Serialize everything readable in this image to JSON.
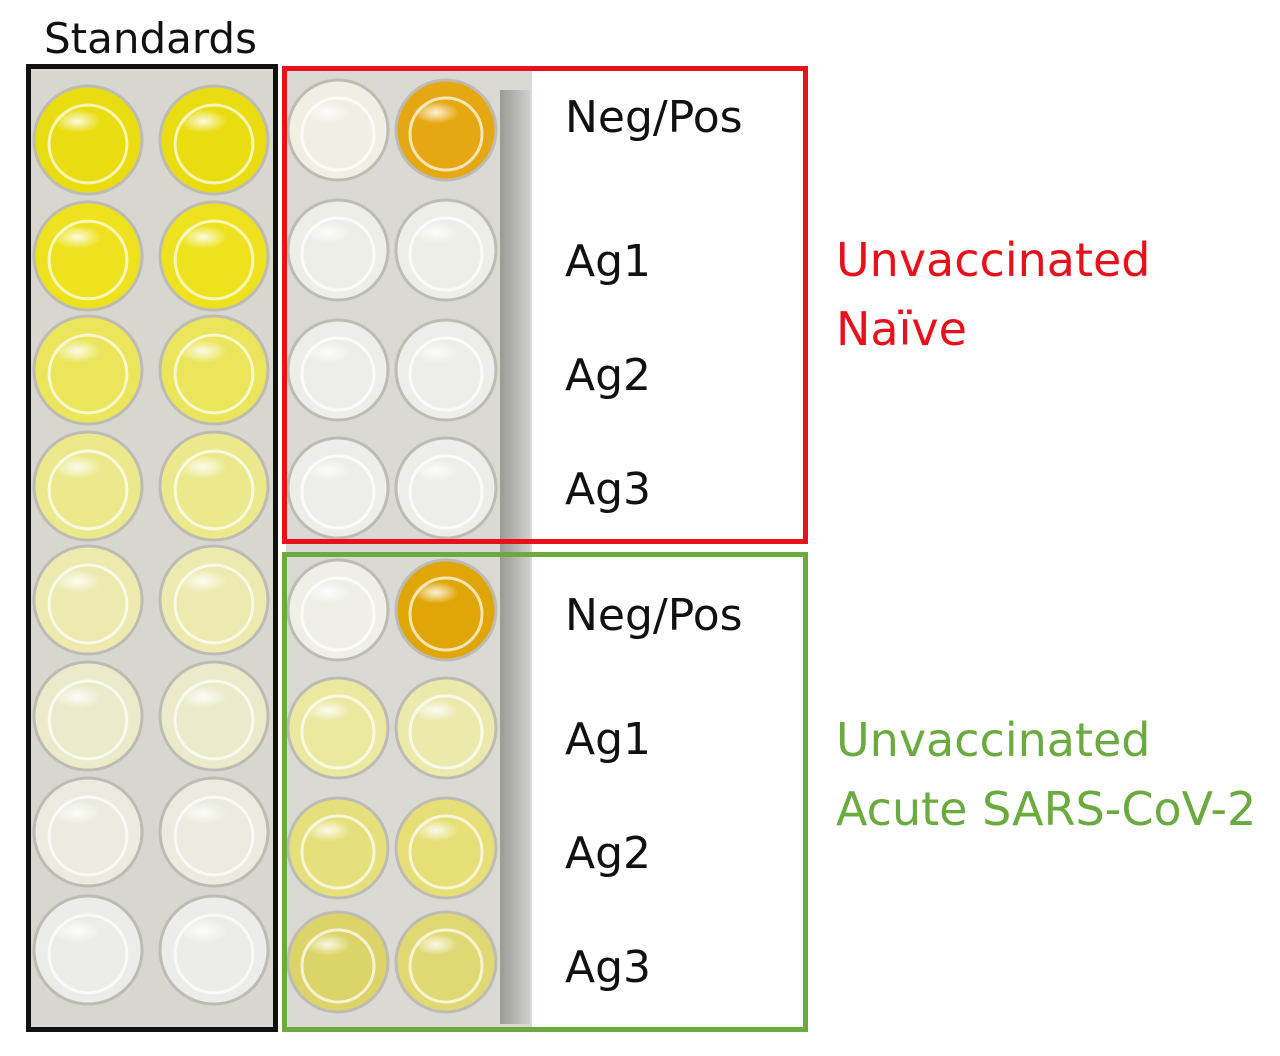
{
  "headings": {
    "standards": "Standards"
  },
  "groups": [
    {
      "labels": [
        "Neg/Pos",
        "Ag1",
        "Ag2",
        "Ag3"
      ],
      "title_line1": "Unvaccinated",
      "title_line2": "Naïve"
    },
    {
      "labels": [
        "Neg/Pos",
        "Ag1",
        "Ag2",
        "Ag3"
      ],
      "title_line1": "Unvaccinated",
      "title_line2": "Acute SARS-CoV-2"
    }
  ],
  "colors": {
    "standards_box": "#111111",
    "naive": "#e8101a",
    "acute": "#6aaa3e"
  }
}
